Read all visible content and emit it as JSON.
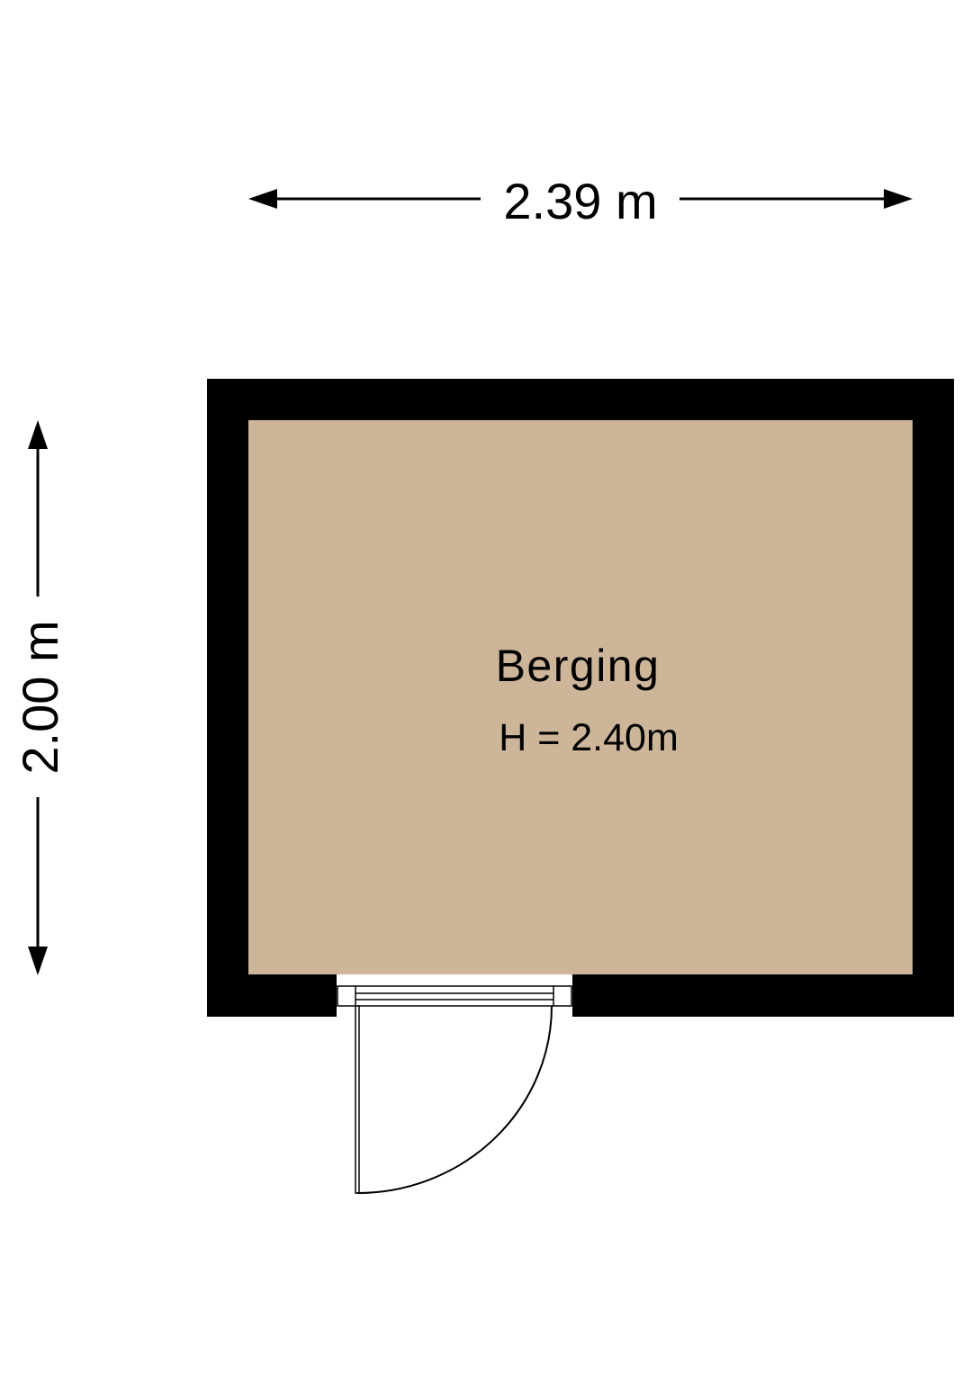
{
  "dimensions": {
    "width_label": "2.39 m",
    "height_label": "2.00 m"
  },
  "room": {
    "name": "Berging",
    "height_label": "H = 2.40m"
  },
  "colors": {
    "wall": "#000000",
    "floor": "#cdb599",
    "background": "#ffffff",
    "line": "#000000"
  }
}
